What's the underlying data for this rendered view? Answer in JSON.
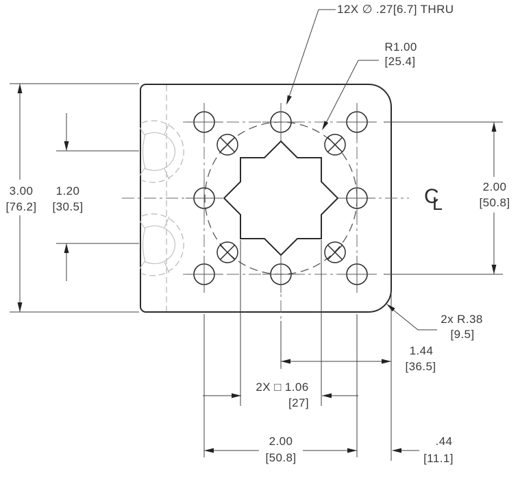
{
  "callouts": {
    "holes": {
      "text": "12X ∅ .27[6.7] THRU"
    },
    "bolt_circle": {
      "radius": "R1.00",
      "metric": "[25.4]"
    },
    "corner": {
      "radius": "2x R.38",
      "metric": "[9.5]"
    }
  },
  "dimensions": {
    "overall_height": {
      "inch": "3.00",
      "metric": "[76.2]"
    },
    "boss_spacing": {
      "inch": "1.20",
      "metric": "[30.5]"
    },
    "hole_span_vertical": {
      "inch": "2.00",
      "metric": "[50.8]"
    },
    "center_to_right_edge": {
      "inch": "1.44",
      "metric": "[36.5]"
    },
    "square_cutout": {
      "inch": "2X □ 1.06",
      "metric": "[27]"
    },
    "hole_span_horizontal": {
      "inch": "2.00",
      "metric": "[50.8]"
    },
    "right_edge_offset": {
      "inch": ".44",
      "metric": "[11.1]"
    }
  },
  "symbols": {
    "centerline_c": "C",
    "centerline_l": "L"
  },
  "colors": {
    "outline": "#2b2b2b",
    "thin_line": "#3f3f3f",
    "centerline": "#6a6a6a",
    "ghost": "#b5b5b5",
    "text": "#3a3a3a",
    "background": "#ffffff"
  }
}
